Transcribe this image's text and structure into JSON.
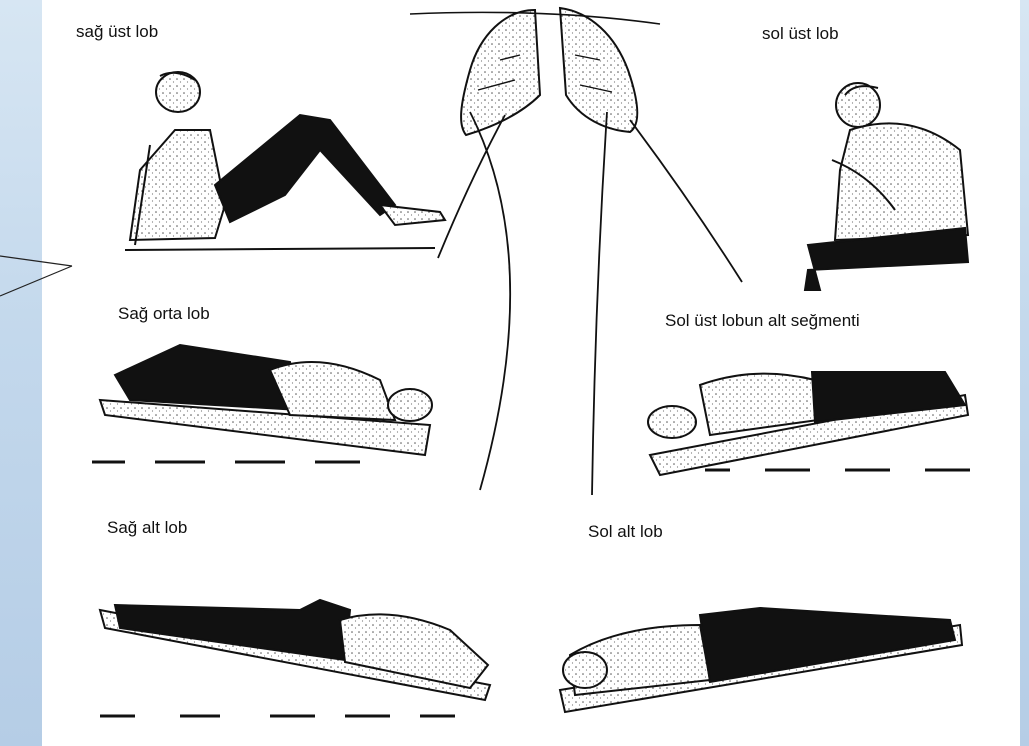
{
  "labels": {
    "right_upper_lobe": "sağ üst lob",
    "left_upper_lobe": "sol üst lob",
    "right_middle_lobe": "Sağ orta lob",
    "left_upper_lobe_lower_segment": "Sol üst lobun alt seğmenti",
    "right_lower_lobe": "Sağ alt lob",
    "left_lower_lobe": "Sol alt lob"
  },
  "colors": {
    "background": "#c3d8ec",
    "panel": "#ffffff",
    "ink": "#111111"
  }
}
